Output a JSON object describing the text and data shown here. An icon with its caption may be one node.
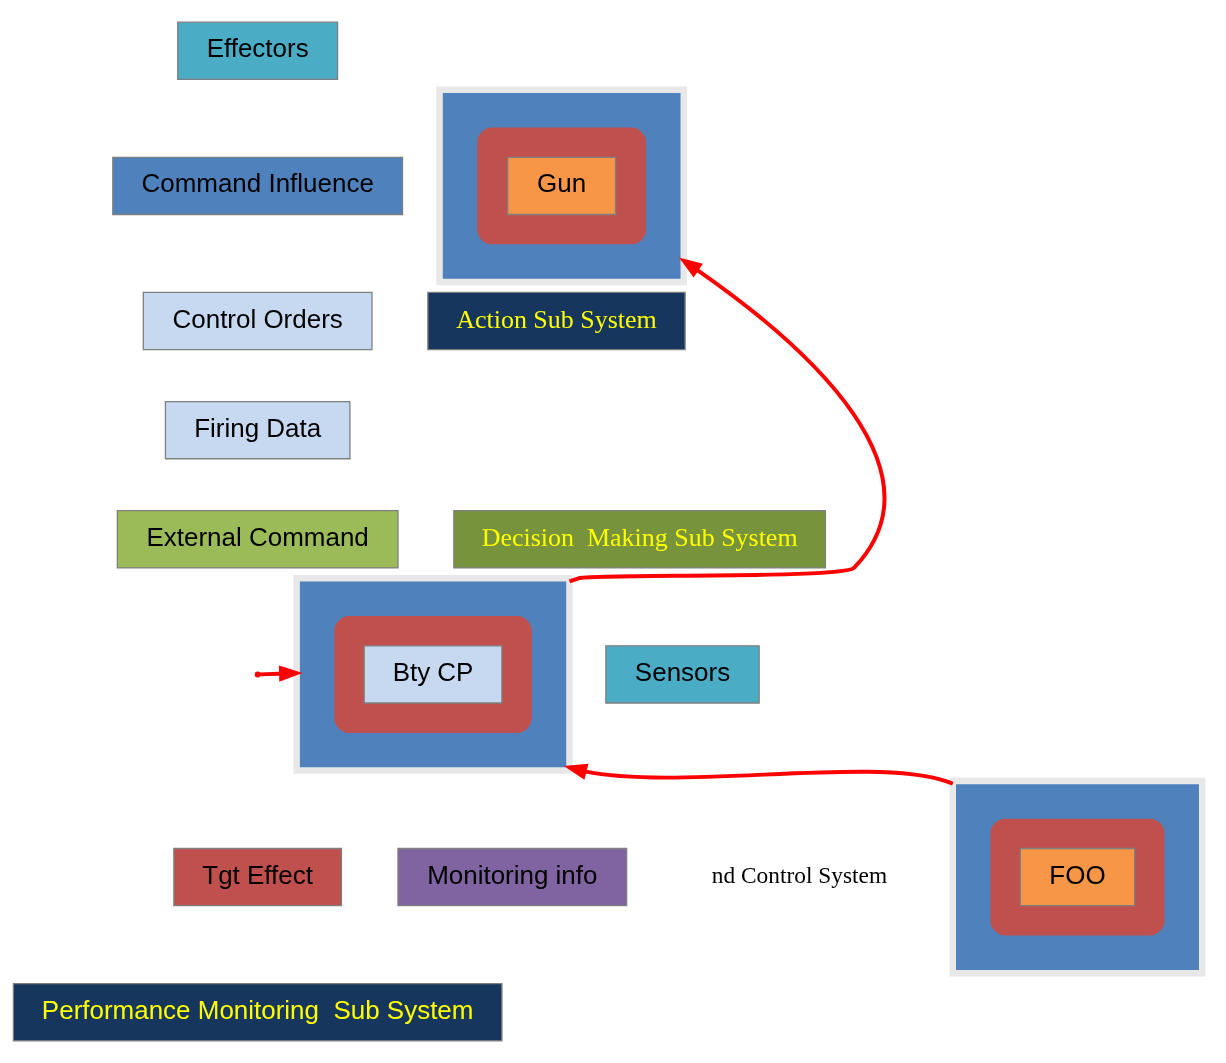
{
  "diagram": {
    "nodes": [
      {
        "text": [
          "Effectors"
        ]
      },
      {
        "text": [],
        "shape": "box"
      },
      {
        "text": [],
        "shape": "ellipse",
        "in": 1
      },
      {
        "text": [
          "Gun"
        ],
        "in": 2
      },
      {
        "text": [
          "Action Sub System"
        ]
      },
      {
        "text": [
          "Command Influence"
        ]
      },
      {
        "text": [
          "Control Orders"
        ]
      },
      {
        "text": [
          "Firing Data"
        ]
      },
      {
        "text": [
          "Decision  Making Sub System"
        ]
      },
      {
        "text": [
          "External Command"
        ]
      },
      {
        "text": [],
        "shape": "box"
      },
      {
        "text": [],
        "shape": "ellipse",
        "in": 10
      },
      {
        "text": [
          "Bty CP"
        ],
        "in": 11
      },
      {
        "text": [
          "Sensors"
        ]
      },
      {
        "text": [],
        "shape": "box"
      },
      {
        "text": [],
        "shape": "ellipse",
        "in": 14
      },
      {
        "text": [
          "FOO"
        ],
        "in": 15
      },
      {
        "text": [
          "Tgt Effect"
        ]
      },
      {
        "text": [
          "Monitoring info"
        ]
      },
      {
        "text": [
          "Performance Monitoring  Sub System"
        ]
      }
    ],
    "edges": [
      {
        "from": 10,
        "to": 1,
        "arrow": "to"
      },
      {
        "from": 14,
        "to": 10,
        "arrow": "to"
      },
      {
        "from": null,
        "to": 10,
        "arrow": "to"
      }
    ],
    "labels": [
      "nd Control System"
    ]
  }
}
